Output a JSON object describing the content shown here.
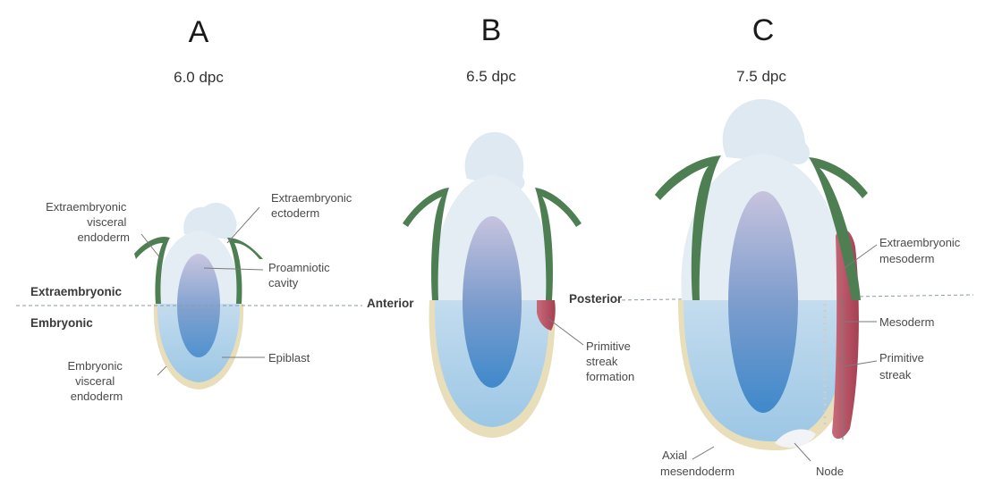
{
  "panels": {
    "a": {
      "letter": "A",
      "stage": "6.0 dpc"
    },
    "b": {
      "letter": "B",
      "stage": "6.5 dpc"
    },
    "c": {
      "letter": "C",
      "stage": "7.5 dpc"
    }
  },
  "regions": {
    "extraembryonic": "Extraembryonic",
    "embryonic": "Embryonic",
    "anterior": "Anterior",
    "posterior": "Posterior"
  },
  "labels": {
    "ex_visceral_endoderm": [
      "Extraembryonic",
      "visceral",
      "endoderm"
    ],
    "ex_ectoderm": [
      "Extraembryonic",
      "ectoderm"
    ],
    "proamniotic_cavity": [
      "Proamniotic",
      "cavity"
    ],
    "epiblast": [
      "Epiblast"
    ],
    "em_visceral_endoderm": [
      "Embryonic",
      "visceral",
      "endoderm"
    ],
    "primitive_streak_formation": [
      "Primitive",
      "streak",
      "formation"
    ],
    "ex_mesoderm": [
      "Extraembryonic",
      "mesoderm"
    ],
    "mesoderm": [
      "Mesoderm"
    ],
    "primitive_streak": [
      "Primitive",
      "streak"
    ],
    "axial_mesendoderm": [
      "Axial",
      "mesendoderm"
    ],
    "node": [
      "Node"
    ]
  },
  "colors": {
    "extraembryonic_tissue": "#dde8f1",
    "epiblast": "#a9cde6",
    "cavity": "#a9b3d6",
    "inner_cavity_blue": "#5b9bd0",
    "visceral_endoderm_green": "#4e7f53",
    "embryonic_endoderm": "#e6dcb4",
    "mesoderm_red": "#b04a5c"
  }
}
